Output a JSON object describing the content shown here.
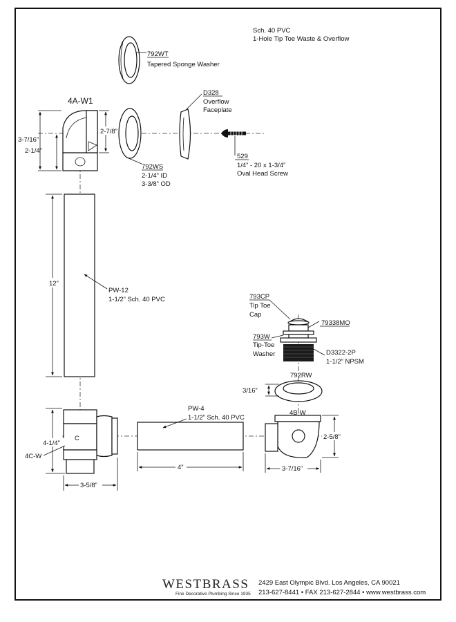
{
  "header": {
    "line1": "Sch. 40 PVC",
    "line2": "1-Hole Tip Toe Waste & Overflow"
  },
  "parts": {
    "p792wt": {
      "code": "792WT",
      "desc": "Tapered Sponge Washer"
    },
    "p4aw1": {
      "code": "4A-W1"
    },
    "p792ws": {
      "code": "792WS",
      "line1": "2-1/4” ID",
      "line2": "3-3/8” OD"
    },
    "pd328": {
      "code": "D328",
      "line1": "Overflow",
      "line2": "Faceplate"
    },
    "p529": {
      "code": "529",
      "line1": "1/4” - 20 x 1-3/4”",
      "line2": "Oval Head Screw"
    },
    "ppw12": {
      "code": "PW-12",
      "desc": "1-1/2” Sch. 40 PVC"
    },
    "p793cp": {
      "code": "793CP",
      "line1": "Tip Toe",
      "line2": "Cap"
    },
    "p79338mo": {
      "code": "79338MO"
    },
    "p793w": {
      "code": "793W",
      "line1": "Tip-Toe",
      "line2": "Washer"
    },
    "pd3322": {
      "code": "D3322-2P",
      "desc": "1-1/2” NPSM"
    },
    "p792rw": {
      "code": "792RW"
    },
    "ppw4": {
      "code": "PW-4",
      "desc": "1-1/2” Sch. 40 PVC"
    },
    "p4bw": {
      "code": "4B-W"
    },
    "p4cw": {
      "code": "4C-W"
    }
  },
  "dimensions": {
    "d_3_7_16_top": "3-7/16”",
    "d_2_1_4_top": "2-1/4”",
    "d_2_7_8": "2-7/8”",
    "d_12": "12”",
    "d_3_16": "3/16”",
    "d_4_1_4": "4-1/4”",
    "d_3_5_8": "3-5/8”",
    "d_4": "4”",
    "d_2_5_8": "2-5/8”",
    "d_3_7_16_bottom": "3-7/16”"
  },
  "footer": {
    "brand": "WESTBRASS",
    "tagline": "Fine Decorative Plumbing Since 1935",
    "address": "2429 East Olympic Blvd. Los Angeles, CA  90021",
    "contact": "213-627-8441 • FAX 213-627-2844 • www.westbrass.com"
  },
  "colors": {
    "line": "#111111",
    "paper": "#ffffff",
    "threads": "#1a1a1a"
  }
}
